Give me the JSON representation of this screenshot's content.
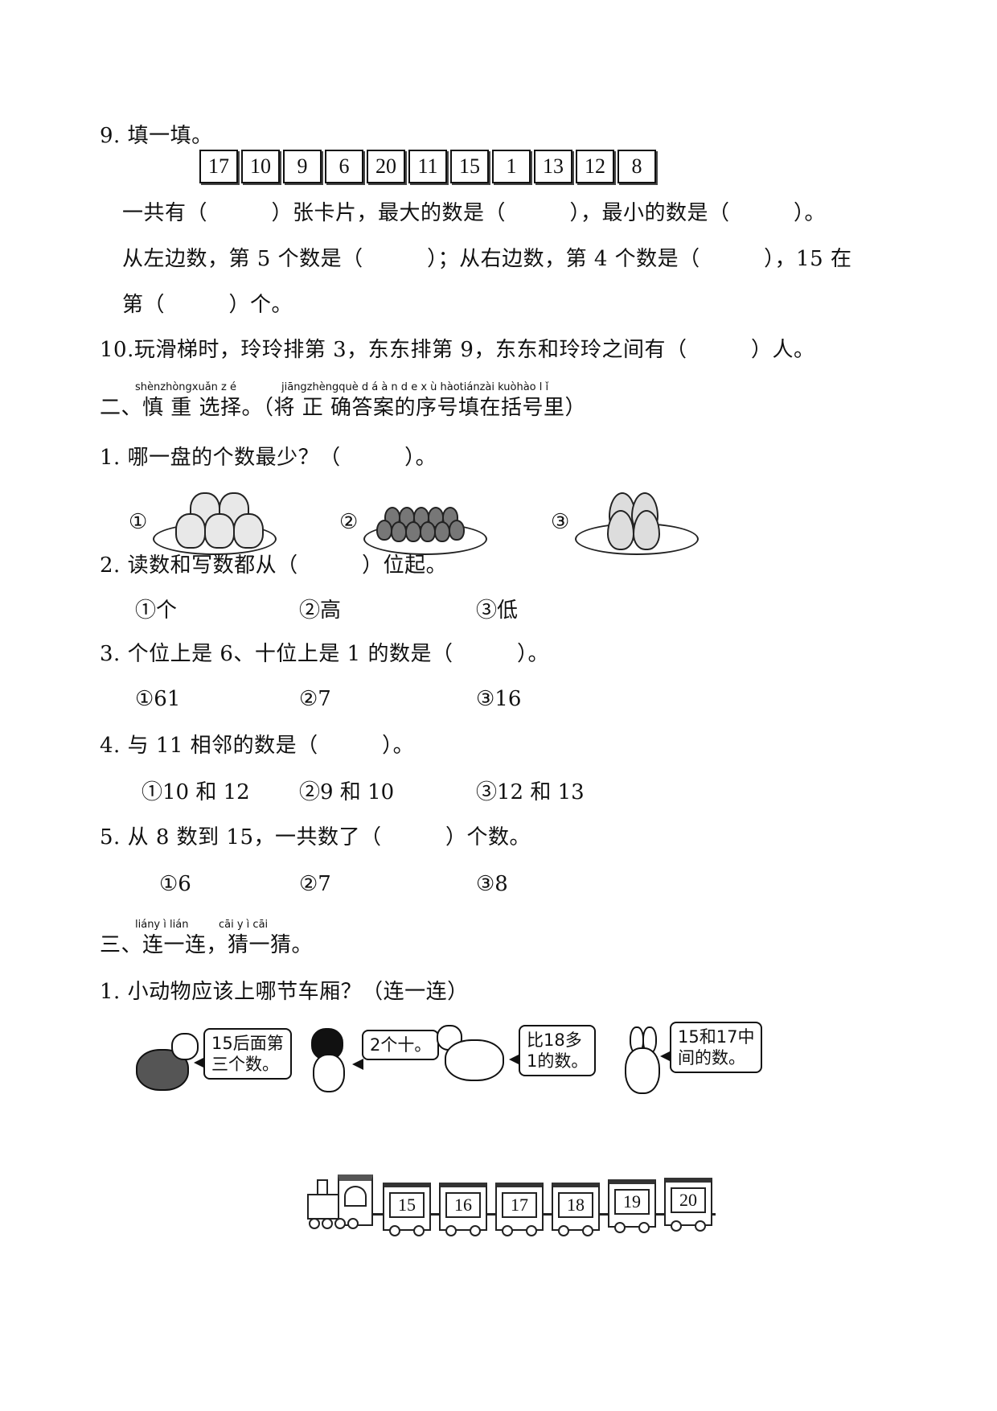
{
  "q9": {
    "title": "9. 填一填。",
    "cards": [
      "17",
      "10",
      "9",
      "6",
      "20",
      "11",
      "15",
      "1",
      "13",
      "12",
      "8"
    ],
    "line1": "一共有（　　　）张卡片，最大的数是（　　　），最小的数是（　　　）。",
    "line2": "从左边数，第 5 个数是（　　　）；从右边数，第 4 个数是（　　　），15 在",
    "line3": "第（　　　）个。"
  },
  "q10": {
    "text": "10.玩滑梯时，玲玲排第 3，东东排第 9，东东和玲玲之间有（　　　）人。"
  },
  "section2": {
    "pinyin_a": "shènzhòngxuǎn z é",
    "pinyin_b": "jiāngzhèngquè d á à n d e x ù hàotiánzài kuòhào l ǐ",
    "heading": "二、慎 重 选择。（将 正 确答案的序号填在括号里）",
    "questions": [
      {
        "text": "1. 哪一盘的个数最少？（　　　）。",
        "options": [
          "①",
          "②",
          "③"
        ],
        "images": [
          "apples-plate",
          "strawberries-plate",
          "pears-plate"
        ]
      },
      {
        "text": "2. 读数和写数都从（　　　）位起。",
        "options": [
          "①个",
          "②高",
          "③低"
        ]
      },
      {
        "text": "3. 个位上是 6、十位上是 1 的数是（　　　）。",
        "options": [
          "①61",
          "②7",
          "③16"
        ]
      },
      {
        "text": "4. 与 11 相邻的数是（　　　）。",
        "options": [
          "①10 和 12",
          "②9 和 10",
          "③12 和 13"
        ]
      },
      {
        "text": "5. 从 8 数到 15，一共数了（　　　）个数。",
        "options": [
          "①6",
          "②7",
          "③8"
        ]
      }
    ]
  },
  "section3": {
    "pinyin_a": "liány ì lián",
    "pinyin_b": "cāi y ì cāi",
    "heading": "三、连一连，猜一猜。",
    "q1": {
      "text": "1. 小动物应该上哪节车厢？（连一连）",
      "animals": [
        {
          "name": "turtle",
          "bubble": "15后面第\n三个数。"
        },
        {
          "name": "dog",
          "bubble": "2个十。"
        },
        {
          "name": "goat",
          "bubble": "比18多\n1的数。"
        },
        {
          "name": "rabbit",
          "bubble": "15和17中\n间的数。"
        }
      ],
      "train_cars": [
        "15",
        "16",
        "17",
        "18",
        "19",
        "20"
      ]
    }
  }
}
